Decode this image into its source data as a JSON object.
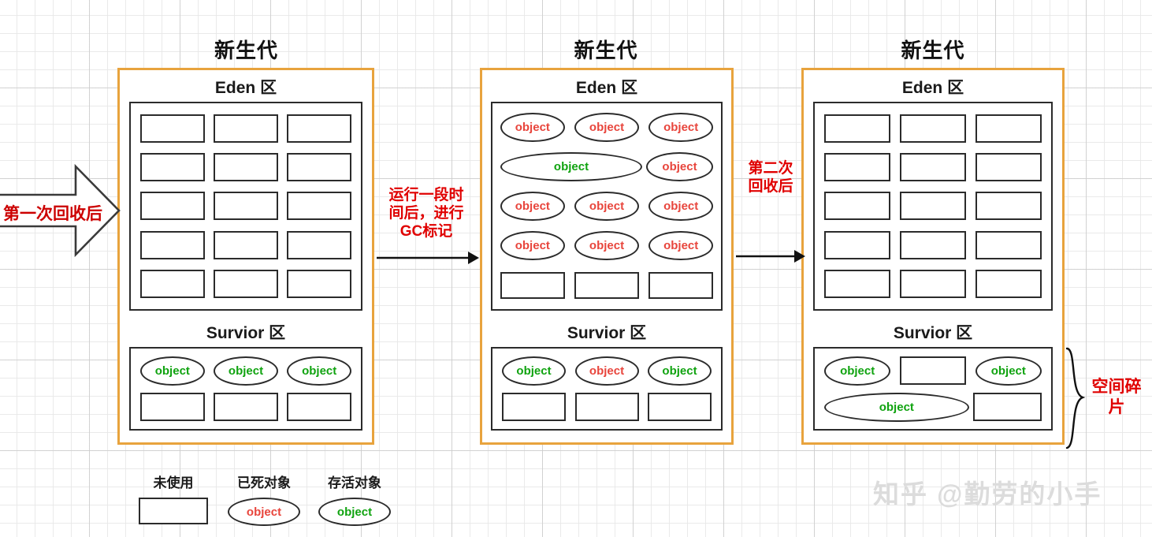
{
  "diagram": {
    "title_young_gen": "新生代",
    "eden_label": "Eden 区",
    "survivor_label": "Survior 区",
    "object_text": "object",
    "colors": {
      "panel_border": "#E8A33D",
      "box_border": "#2b2b2b",
      "dead_object": "#e8453c",
      "alive_object": "#10a310",
      "annotation_red": "#e00000"
    }
  },
  "panels": [
    {
      "id": "panel-1",
      "gen_title": "新生代",
      "eden": {
        "title": "Eden 区",
        "rows": [
          [
            {
              "kind": "empty"
            },
            {
              "kind": "empty"
            },
            {
              "kind": "empty"
            }
          ],
          [
            {
              "kind": "empty"
            },
            {
              "kind": "empty"
            },
            {
              "kind": "empty"
            }
          ],
          [
            {
              "kind": "empty"
            },
            {
              "kind": "empty"
            },
            {
              "kind": "empty"
            }
          ],
          [
            {
              "kind": "empty"
            },
            {
              "kind": "empty"
            },
            {
              "kind": "empty"
            }
          ],
          [
            {
              "kind": "empty"
            },
            {
              "kind": "empty"
            },
            {
              "kind": "empty"
            }
          ]
        ]
      },
      "survivor": {
        "title": "Survior 区",
        "rows": [
          [
            {
              "kind": "object",
              "state": "alive",
              "text": "object"
            },
            {
              "kind": "object",
              "state": "alive",
              "text": "object"
            },
            {
              "kind": "object",
              "state": "alive",
              "text": "object"
            }
          ],
          [
            {
              "kind": "empty"
            },
            {
              "kind": "empty"
            },
            {
              "kind": "empty"
            }
          ]
        ]
      }
    },
    {
      "id": "panel-2",
      "gen_title": "新生代",
      "eden": {
        "title": "Eden 区",
        "rows": [
          [
            {
              "kind": "object",
              "state": "dead",
              "text": "object"
            },
            {
              "kind": "object",
              "state": "dead",
              "text": "object"
            },
            {
              "kind": "object",
              "state": "dead",
              "text": "object"
            }
          ],
          [
            {
              "kind": "object",
              "state": "alive",
              "text": "object",
              "wide": true
            },
            {
              "kind": "object",
              "state": "dead",
              "text": "object"
            }
          ],
          [
            {
              "kind": "object",
              "state": "dead",
              "text": "object"
            },
            {
              "kind": "object",
              "state": "dead",
              "text": "object"
            },
            {
              "kind": "object",
              "state": "dead",
              "text": "object"
            }
          ],
          [
            {
              "kind": "object",
              "state": "dead",
              "text": "object"
            },
            {
              "kind": "object",
              "state": "dead",
              "text": "object"
            },
            {
              "kind": "object",
              "state": "dead",
              "text": "object"
            }
          ],
          [
            {
              "kind": "empty"
            },
            {
              "kind": "empty"
            },
            {
              "kind": "empty"
            }
          ]
        ]
      },
      "survivor": {
        "title": "Survior 区",
        "rows": [
          [
            {
              "kind": "object",
              "state": "alive",
              "text": "object"
            },
            {
              "kind": "object",
              "state": "dead",
              "text": "object"
            },
            {
              "kind": "object",
              "state": "alive",
              "text": "object"
            }
          ],
          [
            {
              "kind": "empty"
            },
            {
              "kind": "empty"
            },
            {
              "kind": "empty"
            }
          ]
        ]
      }
    },
    {
      "id": "panel-3",
      "gen_title": "新生代",
      "eden": {
        "title": "Eden 区",
        "rows": [
          [
            {
              "kind": "empty"
            },
            {
              "kind": "empty"
            },
            {
              "kind": "empty"
            }
          ],
          [
            {
              "kind": "empty"
            },
            {
              "kind": "empty"
            },
            {
              "kind": "empty"
            }
          ],
          [
            {
              "kind": "empty"
            },
            {
              "kind": "empty"
            },
            {
              "kind": "empty"
            }
          ],
          [
            {
              "kind": "empty"
            },
            {
              "kind": "empty"
            },
            {
              "kind": "empty"
            }
          ],
          [
            {
              "kind": "empty"
            },
            {
              "kind": "empty"
            },
            {
              "kind": "empty"
            }
          ]
        ]
      },
      "survivor": {
        "title": "Survior 区",
        "rows": [
          [
            {
              "kind": "object",
              "state": "alive",
              "text": "object"
            },
            {
              "kind": "empty"
            },
            {
              "kind": "object",
              "state": "alive",
              "text": "object"
            }
          ],
          [
            {
              "kind": "object",
              "state": "alive",
              "text": "object",
              "wide": true
            },
            {
              "kind": "empty"
            }
          ]
        ]
      }
    }
  ],
  "annotations": {
    "arrow_in_label": "第一次回收后",
    "arrow_1_label": "运行一段时\n间后，进行\nGC标记",
    "arrow_2_label": "第二次\n回收后",
    "fragment_label": "空间碎\n片"
  },
  "legend": {
    "items": [
      {
        "caption": "未使用",
        "type": "box"
      },
      {
        "caption": "已死对象",
        "type": "ellipse",
        "state": "dead",
        "text": "object"
      },
      {
        "caption": "存活对象",
        "type": "ellipse",
        "state": "alive",
        "text": "object"
      }
    ]
  },
  "watermark": {
    "text": "知乎 @勤劳的小手"
  }
}
